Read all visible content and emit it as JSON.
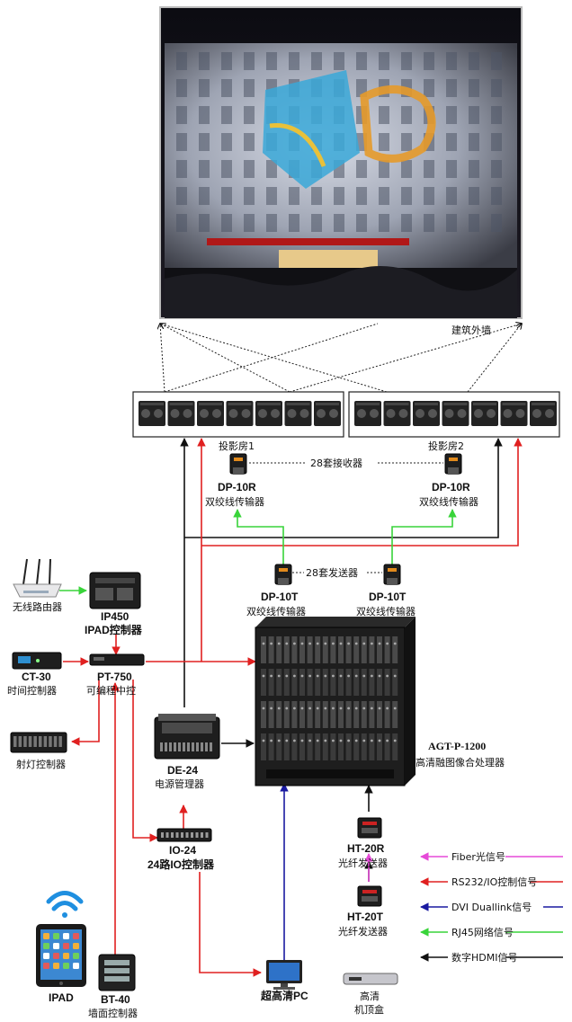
{
  "building": {
    "caption": "建筑外墙"
  },
  "projection_rooms": {
    "room1": "投影房1",
    "room2": "投影房2",
    "receivers_label": "28套接收器",
    "senders_label": "28套发送器"
  },
  "devices": {
    "dp10r_1": {
      "model": "DP-10R",
      "desc": "双绞线传输器"
    },
    "dp10r_2": {
      "model": "DP-10R",
      "desc": "双绞线传输器"
    },
    "dp10t_1": {
      "model": "DP-10T",
      "desc": "双绞线传输器"
    },
    "dp10t_2": {
      "model": "DP-10T",
      "desc": "双绞线传输器"
    },
    "router": {
      "desc": "无线路由器"
    },
    "ip450": {
      "model": "IP450",
      "desc": "IPAD控制器"
    },
    "ct30": {
      "model": "CT-30",
      "desc": "时间控制器"
    },
    "pt750": {
      "model": "PT-750",
      "desc": "可编程中控"
    },
    "spotlight": {
      "desc": "射灯控制器"
    },
    "de24": {
      "model": "DE-24",
      "desc": "电源管理器"
    },
    "io24": {
      "model": "IO-24",
      "desc": "24路IO控制器"
    },
    "agt": {
      "model": "AGT-P-1200",
      "desc": "高清融图像合处理器"
    },
    "ht20r": {
      "model": "HT-20R",
      "desc": "光纤发送器"
    },
    "ht20t": {
      "model": "HT-20T",
      "desc": "光纤发送器"
    },
    "ipad": {
      "model": "IPAD"
    },
    "bt40": {
      "model": "BT-40",
      "desc": "墙面控制器"
    },
    "pc": {
      "desc": "超高清PC"
    },
    "stb": {
      "line1": "高清",
      "line2": "机顶盒"
    }
  },
  "legend": [
    {
      "text": "Fiber光信号",
      "color": "#e64ad8"
    },
    {
      "text": "RS232/IO控制信号",
      "color": "#e02020"
    },
    {
      "text": "DVI Duallink信号",
      "color": "#1a1aa0"
    },
    {
      "text": "RJ45网络信号",
      "color": "#39d43a"
    },
    {
      "text": "数字HDMI信号",
      "color": "#111111"
    }
  ],
  "colors": {
    "fiber": "#e64ad8",
    "control": "#e02020",
    "dvi": "#1a1aa0",
    "rj45": "#39d43a",
    "hdmi": "#111111"
  }
}
